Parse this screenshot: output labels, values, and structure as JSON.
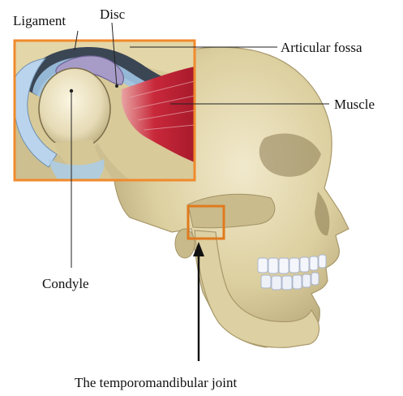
{
  "labels": {
    "ligament": "Ligament",
    "disc": "Disc",
    "articular_fossa": "Articular fossa",
    "muscle": "Muscle",
    "condyle": "Condyle",
    "joint": "The temporomandibular joint"
  },
  "colors": {
    "bone": "#e3d8b4",
    "bone_shadow": "#b9ab80",
    "inset_border": "#f08a2c",
    "joint_box": "#e07a1e",
    "disc": "#a79cc8",
    "muscle": "#c8283a",
    "capsule": "#8db4d8",
    "teeth": "#f4f6fb",
    "leader": "#222222"
  }
}
